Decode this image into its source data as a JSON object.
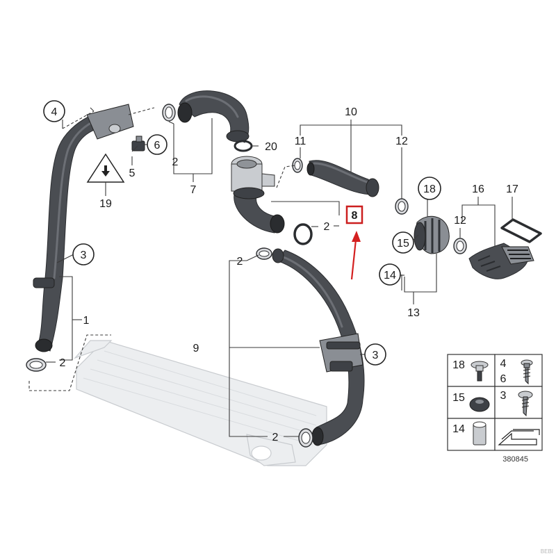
{
  "callouts": {
    "c1": "1",
    "c2": "2",
    "c3": "3",
    "c4": "4",
    "c5": "5",
    "c6": "6",
    "c7": "7",
    "c8": "8",
    "c9": "9",
    "c10": "10",
    "c11": "11",
    "c12": "12",
    "c13": "13",
    "c14": "14",
    "c15": "15",
    "c16": "16",
    "c17": "17",
    "c18": "18",
    "c19": "19",
    "c20": "20"
  },
  "legend": {
    "cell_18": "18",
    "cell_4": "4",
    "cell_6": "6",
    "cell_15": "15",
    "cell_3": "3",
    "cell_14": "14"
  },
  "diagram_id": "380845",
  "corner_mark": "BEBI",
  "colors": {
    "highlight_box": "#cc1f1f",
    "highlight_arrow": "#d42020",
    "hose": "#4a4d52"
  }
}
